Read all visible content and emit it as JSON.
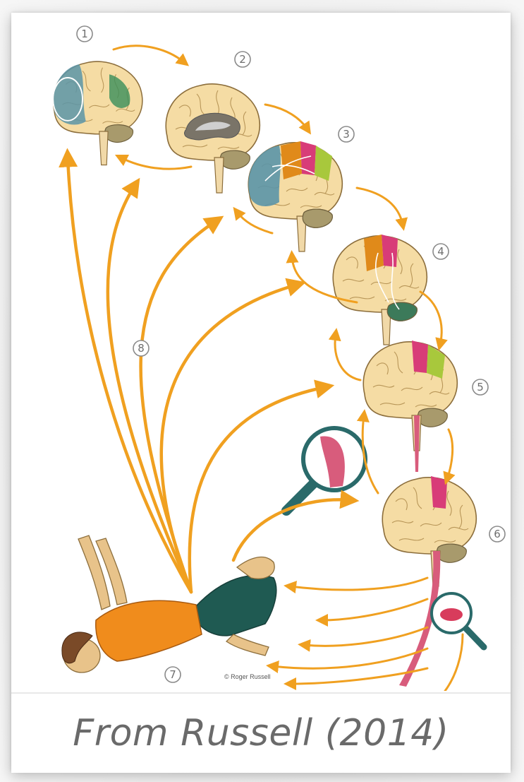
{
  "caption": "From Russell (2014)",
  "credit": "© Roger Russell",
  "stage_labels": [
    "1",
    "2",
    "3",
    "4",
    "5",
    "6",
    "7",
    "8"
  ],
  "colors": {
    "arrow": "#f0a020",
    "brain": "#f5dca4",
    "prefrontal": "#5b95a8",
    "premotor": "#e08a1a",
    "motor": "#d83c78",
    "sensory": "#a8c83c",
    "cerebellum": "#3c7a5a",
    "spinal_cord": "#d85c7c",
    "shirt": "#f08c1c",
    "pants": "#1f5a52"
  },
  "icons": [
    "magnifier-icon",
    "brain-icon",
    "person-icon"
  ]
}
